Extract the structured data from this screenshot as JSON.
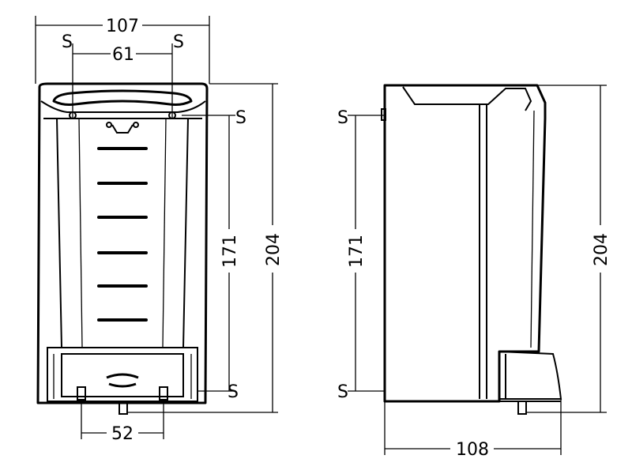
{
  "front_view": {
    "width_label": "107",
    "screw_spacing_label": "61",
    "vertical_screw_label": "171",
    "height_label": "204",
    "bottom_pin_spacing_label": "52",
    "screw_marker": "S"
  },
  "side_view": {
    "vertical_screw_label": "171",
    "height_label": "204",
    "depth_label": "108",
    "screw_marker": "S"
  }
}
